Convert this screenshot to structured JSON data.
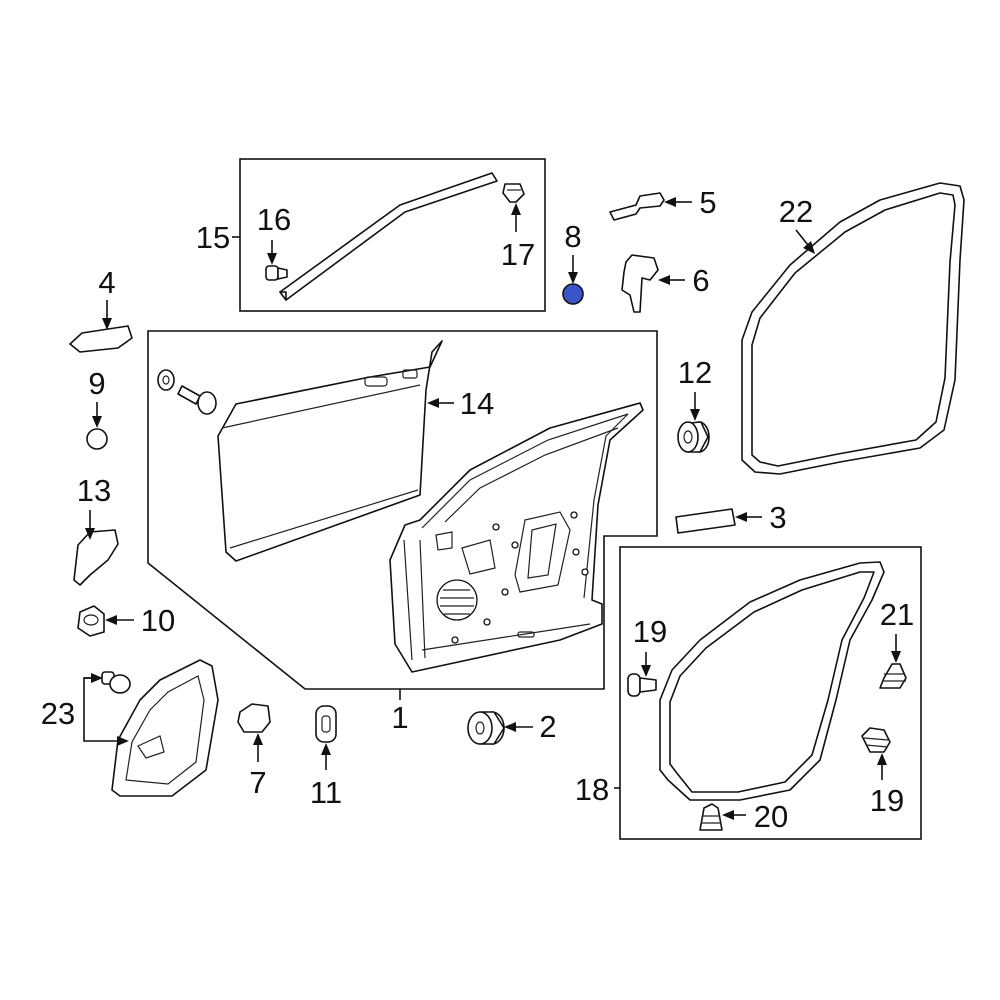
{
  "callouts": {
    "p1": "1",
    "p2": "2",
    "p3": "3",
    "p4": "4",
    "p5": "5",
    "p6": "6",
    "p7": "7",
    "p8": "8",
    "p9": "9",
    "p10": "10",
    "p11": "11",
    "p12": "12",
    "p13": "13",
    "p14": "14",
    "p15": "15",
    "p16": "16",
    "p17": "17",
    "p18": "18",
    "p19a": "19",
    "p19b": "19",
    "p20": "20",
    "p21": "21",
    "p22": "22",
    "p23": "23"
  },
  "colors": {
    "line": "#111111",
    "background": "#ffffff",
    "highlight": "#3a55c8"
  }
}
